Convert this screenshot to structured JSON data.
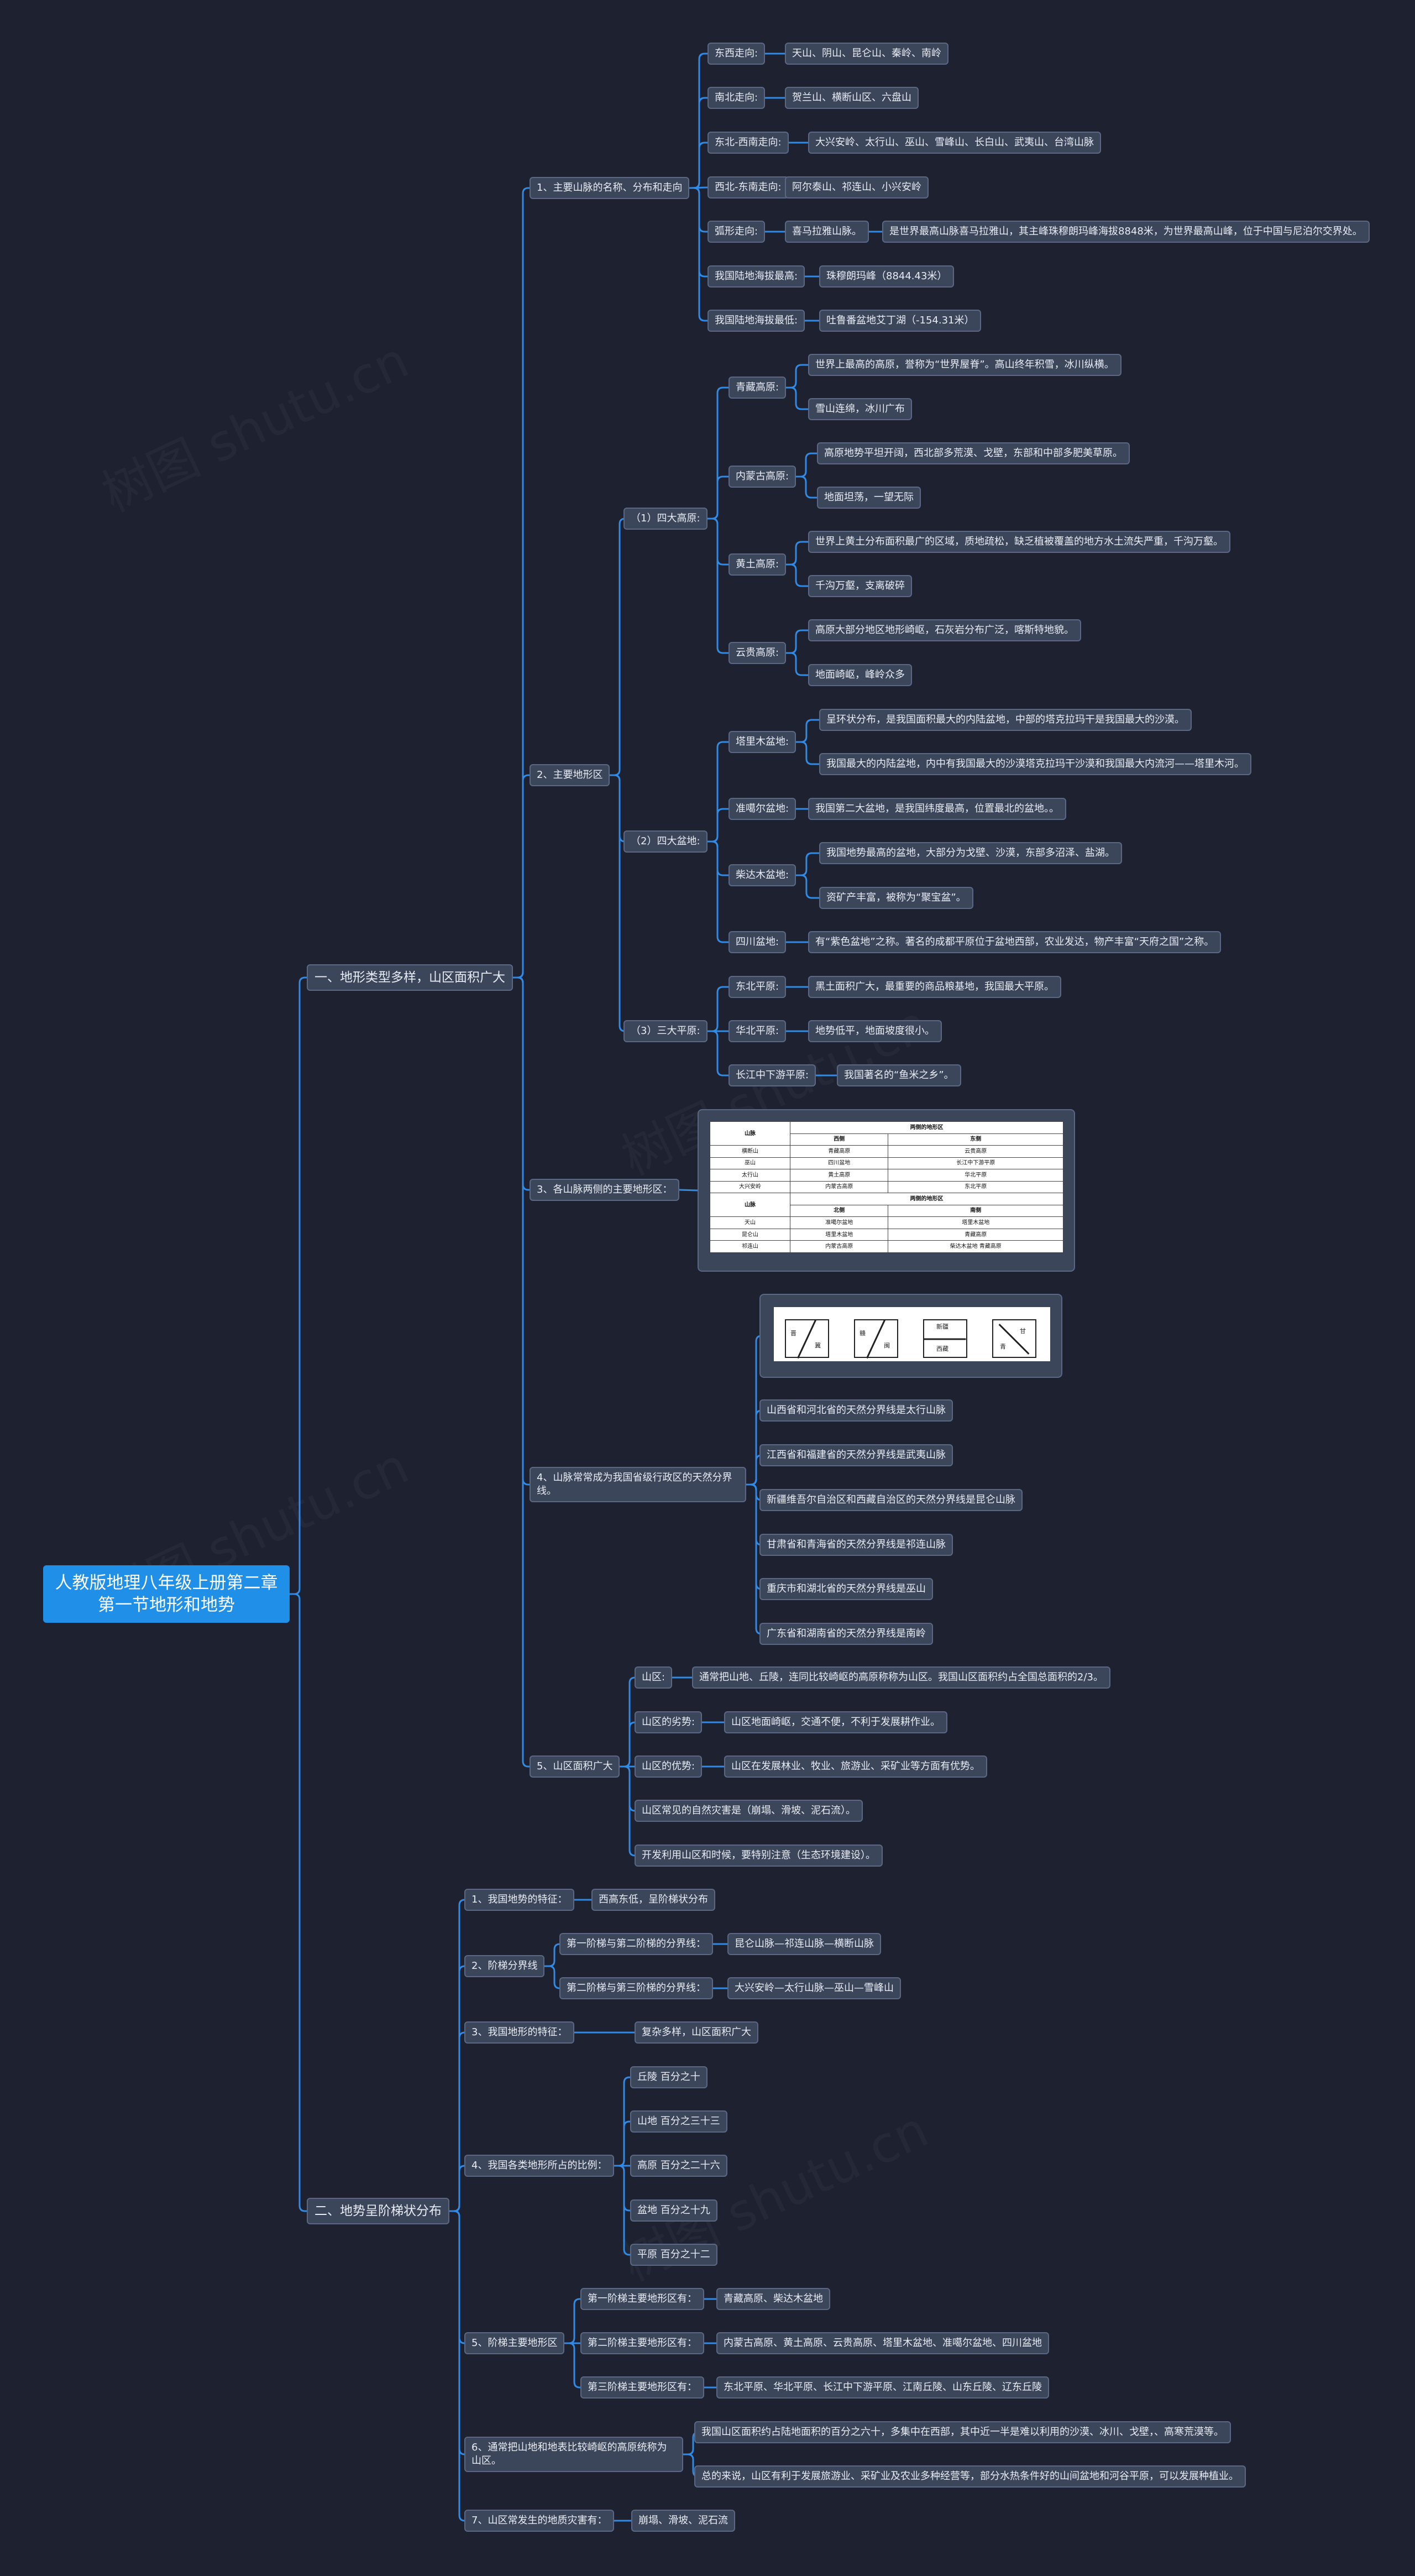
{
  "root": "人教版地理八年级上册第二章第一节地形和地势",
  "watermark": "树图 shutu.cn",
  "b1": {
    "title": "一、地形类型多样，山区面积广大",
    "s1": {
      "label": "1、主要山脉的名称、分布和走向",
      "items": [
        {
          "label": "东西走向:",
          "values": [
            "天山、阴山、昆仑山、秦岭、南岭"
          ]
        },
        {
          "label": "南北走向:",
          "values": [
            "贺兰山、横断山区、六盘山"
          ]
        },
        {
          "label": "东北-西南走向:",
          "values": [
            "大兴安岭、太行山、巫山、雪峰山、长白山、武夷山、台湾山脉"
          ]
        },
        {
          "label": "西北-东南走向:",
          "values": [
            "阿尔泰山、祁连山、小兴安岭"
          ]
        },
        {
          "label": "弧形走向:",
          "values": [
            "喜马拉雅山脉。",
            "是世界最高山脉喜马拉雅山，其主峰珠穆朗玛峰海拔8848米，为世界最高山峰，位于中国与尼泊尔交界处。"
          ]
        },
        {
          "label": "我国陆地海拔最高:",
          "values": [
            "珠穆朗玛峰（8844.43米）"
          ]
        },
        {
          "label": "我国陆地海拔最低:",
          "values": [
            "吐鲁番盆地艾丁湖（-154.31米）"
          ]
        }
      ]
    },
    "s2": {
      "label": "2、主要地形区",
      "plateau": {
        "label": "（1）四大高原:",
        "items": [
          {
            "label": "青藏高原:",
            "facts": [
              "世界上最高的高原，誉称为“世界屋脊”。高山终年积雪，冰川纵横。",
              "雪山连绵，冰川广布"
            ]
          },
          {
            "label": "内蒙古高原:",
            "facts": [
              "高原地势平坦开阔，西北部多荒漠、戈壁，东部和中部多肥美草原。",
              "地面坦荡，一望无际"
            ]
          },
          {
            "label": "黄土高原:",
            "facts": [
              "世界上黄土分布面积最广的区域，质地疏松，缺乏植被覆盖的地方水土流失严重，千沟万壑。",
              "千沟万壑，支离破碎"
            ]
          },
          {
            "label": "云贵高原:",
            "facts": [
              "高原大部分地区地形崎岖，石灰岩分布广泛，喀斯特地貌。",
              "地面崎岖，峰岭众多"
            ]
          }
        ]
      },
      "basin": {
        "label": "（2）四大盆地:",
        "items": [
          {
            "label": "塔里木盆地:",
            "facts": [
              "呈环状分布，是我国面积最大的内陆盆地，中部的塔克拉玛干是我国最大的沙漠。",
              "我国最大的内陆盆地，内中有我国最大的沙漠塔克拉玛干沙漠和我国最大内流河——塔里木河。"
            ]
          },
          {
            "label": "准噶尔盆地:",
            "facts": [
              "我国第二大盆地，是我国纬度最高，位置最北的盆地。。"
            ]
          },
          {
            "label": "柴达木盆地:",
            "facts": [
              "我国地势最高的盆地，大部分为戈壁、沙漠，东部多沼泽、盐湖。",
              "资矿产丰富，被称为“聚宝盆”。"
            ]
          },
          {
            "label": "四川盆地:",
            "facts": [
              "有“紫色盆地”之称。著名的成都平原位于盆地西部，农业发达，物产丰富“天府之国”之称。"
            ]
          }
        ]
      },
      "plain": {
        "label": "（3）三大平原:",
        "items": [
          {
            "label": "东北平原:",
            "facts": [
              "黑土面积广大，最重要的商品粮基地，我国最大平原。"
            ]
          },
          {
            "label": "华北平原:",
            "facts": [
              "地势低平，地面坡度很小。"
            ]
          },
          {
            "label": "长江中下游平原:",
            "facts": [
              "我国著名的“鱼米之乡”。"
            ]
          }
        ]
      }
    },
    "s3": {
      "label": "3、各山脉两侧的主要地形区：",
      "table": {
        "part1_header": "两侧的地形区",
        "part2_header": "两侧的地形区",
        "col_mountain": "山脉",
        "west": "西侧",
        "east": "东侧",
        "north": "北侧",
        "south": "南侧",
        "rows1": [
          [
            "横断山",
            "青藏高原",
            "云贵高原"
          ],
          [
            "巫山",
            "四川盆地",
            "长江中下游平原"
          ],
          [
            "太行山",
            "黄土高原",
            "华北平原"
          ],
          [
            "大兴安岭",
            "内蒙古高原",
            "东北平原"
          ]
        ],
        "rows2": [
          [
            "天山",
            "准噶尔盆地",
            "塔里木盆地"
          ],
          [
            "昆仑山",
            "塔里木盆地",
            "青藏高原"
          ],
          [
            "祁连山",
            "内蒙古高原",
            "柴达木盆地 青藏高原"
          ]
        ]
      }
    },
    "s4": {
      "label": "4、山脉常常成为我国省级行政区的天然分界线。",
      "maps": [
        {
          "a": "晋",
          "b": "冀"
        },
        {
          "a": "赣",
          "b": "闽"
        },
        {
          "a": "新疆",
          "b": "西藏"
        },
        {
          "a": "甘",
          "b": "青"
        }
      ],
      "items": [
        "山西省和河北省的天然分界线是太行山脉",
        "江西省和福建省的天然分界线是武夷山脉",
        "新疆维吾尔自治区和西藏自治区的天然分界线是昆仑山脉",
        "甘肃省和青海省的天然分界线是祁连山脉",
        "重庆市和湖北省的天然分界线是巫山",
        "广东省和湖南省的天然分界线是南岭"
      ]
    },
    "s5": {
      "label": "5、山区面积广大",
      "items": [
        {
          "label": "山区:",
          "value": "通常把山地、丘陵，连同比较崎岖的高原称称为山区。我国山区面积约占全国总面积的2/3。"
        },
        {
          "label": "山区的劣势:",
          "value": "山区地面崎岖，交通不便，不利于发展耕作业。"
        },
        {
          "label": "山区的优势:",
          "value": "山区在发展林业、牧业、旅游业、采矿业等方面有优势。"
        },
        {
          "label": "山区常见的自然灾害是（崩塌、滑坡、泥石流）。",
          "value": null
        },
        {
          "label": "开发利用山区和时候，要特别注意（生态环境建设）。",
          "value": null
        }
      ]
    }
  },
  "b2": {
    "title": "二、地势呈阶梯状分布",
    "n1": {
      "label": "1、我国地势的特征：",
      "value": "西高东低，呈阶梯状分布"
    },
    "n2": {
      "label": "2、阶梯分界线",
      "items": [
        {
          "label": "第一阶梯与第二阶梯的分界线：",
          "value": "昆仑山脉—祁连山脉—横断山脉"
        },
        {
          "label": "第二阶梯与第三阶梯的分界线：",
          "value": "大兴安岭—太行山脉—巫山—雪峰山"
        }
      ]
    },
    "n3": {
      "label": "3、我国地形的特征：",
      "value": "复杂多样，山区面积广大"
    },
    "n4": {
      "label": "4、我国各类地形所占的比例：",
      "items": [
        "丘陵  百分之十",
        "山地  百分之三十三",
        "高原  百分之二十六",
        "盆地  百分之十九",
        "平原  百分之十二"
      ]
    },
    "n5": {
      "label": "5、阶梯主要地形区",
      "items": [
        {
          "label": "第一阶梯主要地形区有：",
          "value": "青藏高原、柴达木盆地"
        },
        {
          "label": "第二阶梯主要地形区有：",
          "value": "内蒙古高原、黄土高原、云贵高原、塔里木盆地、准噶尔盆地、四川盆地"
        },
        {
          "label": "第三阶梯主要地形区有：",
          "value": "东北平原、华北平原、长江中下游平原、江南丘陵、山东丘陵、辽东丘陵"
        }
      ]
    },
    "n6": {
      "label": "6、通常把山地和地表比较崎岖的高原统称为山区。",
      "values": [
        "我国山区面积约占陆地面积的百分之六十，多集中在西部，其中近一半是难以利用的沙漠、冰川、戈壁，、高寒荒漠等。",
        "总的来说，山区有利于发展旅游业、采矿业及农业多种经营等，部分水热条件好的山间盆地和河谷平原，可以发展种植业。"
      ]
    },
    "n7": {
      "label": "7、山区常发生的地质灾害有：",
      "value": "崩塌、滑坡、泥石流"
    }
  }
}
